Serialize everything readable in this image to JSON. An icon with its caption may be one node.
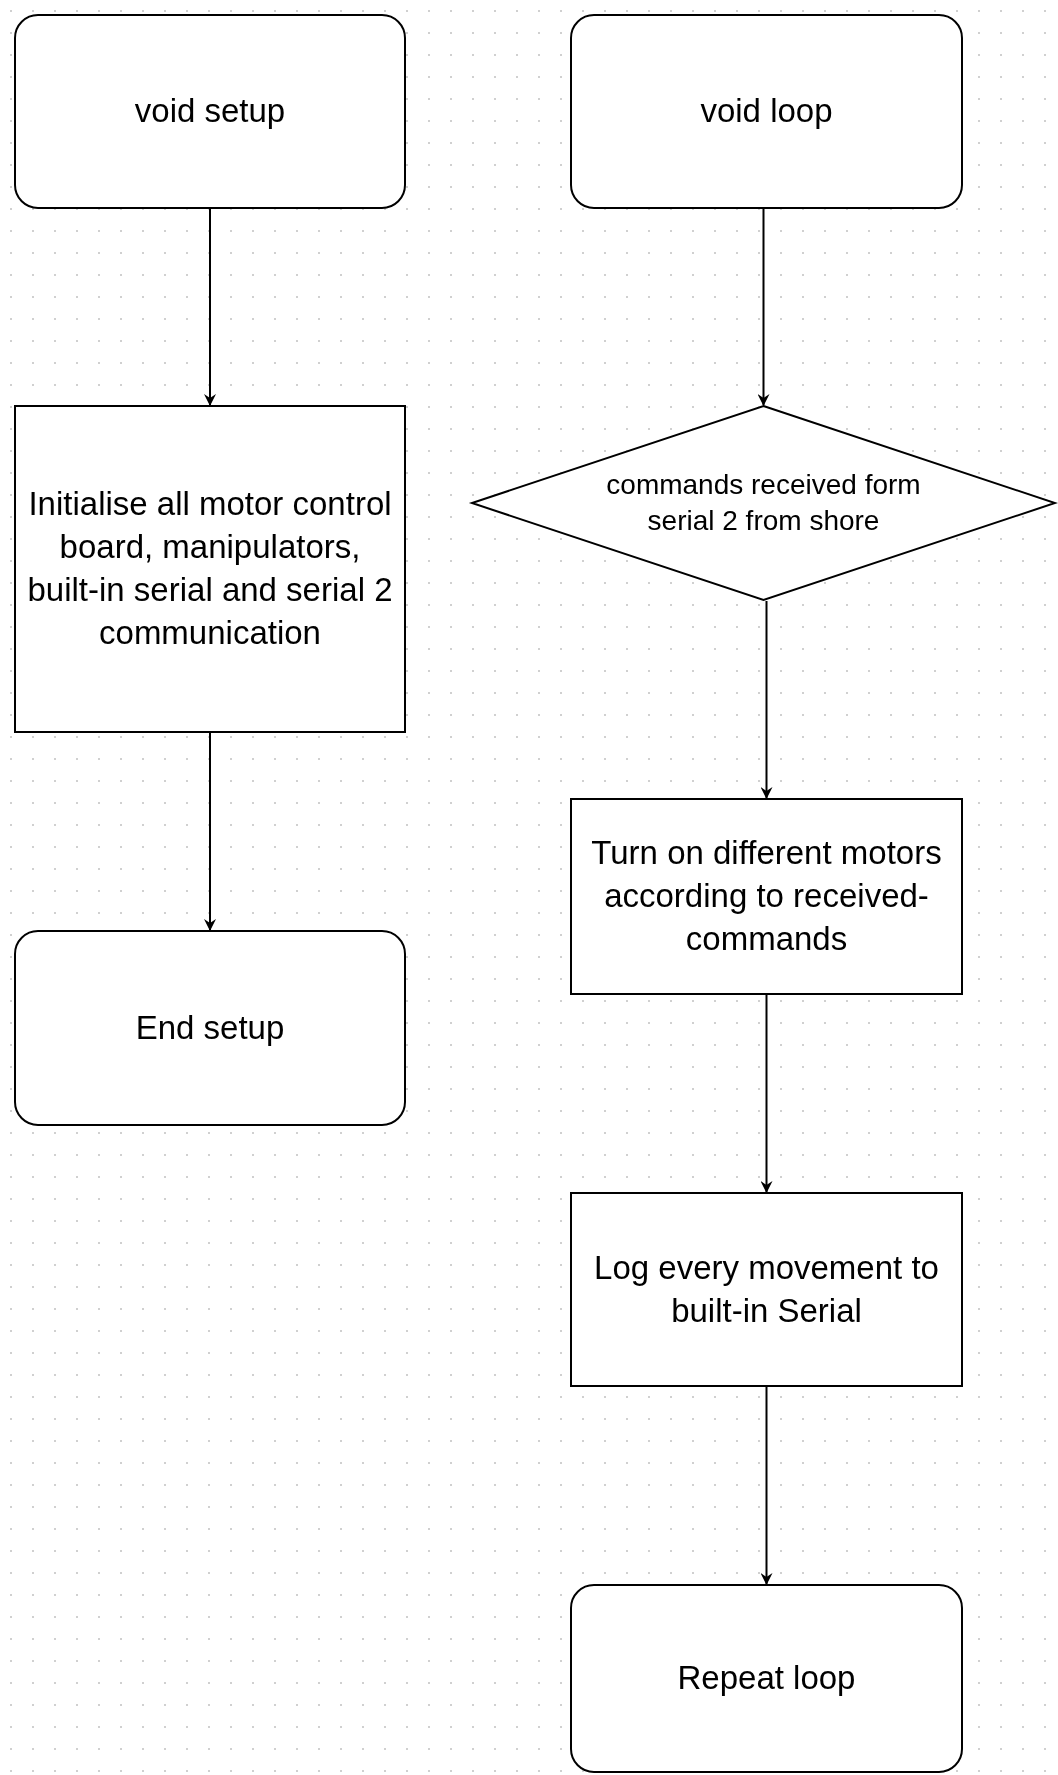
{
  "diagram": {
    "nodes": [
      {
        "text": [
          "void setup"
        ]
      },
      {
        "text": [
          "Initialise all motor control board, manipulators, built-in serial and serial 2 communication"
        ]
      },
      {
        "text": [
          "End setup"
        ]
      },
      {
        "text": [
          "void loop"
        ]
      },
      {
        "text": [
          "commands received form serial 2 from shore"
        ]
      },
      {
        "text": [
          "Turn on different motors according to received-commands"
        ]
      },
      {
        "text": [
          "Log every movement to built-in Serial"
        ]
      },
      {
        "text": [
          "Repeat loop"
        ]
      }
    ],
    "edges": [
      {
        "from": 0,
        "to": 1,
        "arrow": "to"
      },
      {
        "from": 1,
        "to": 2,
        "arrow": "to"
      },
      {
        "from": 3,
        "to": 4,
        "arrow": "to"
      },
      {
        "from": 4,
        "to": 5,
        "arrow": "to"
      },
      {
        "from": 5,
        "to": 6,
        "arrow": "to"
      },
      {
        "from": 6,
        "to": 7,
        "arrow": "to"
      }
    ]
  }
}
